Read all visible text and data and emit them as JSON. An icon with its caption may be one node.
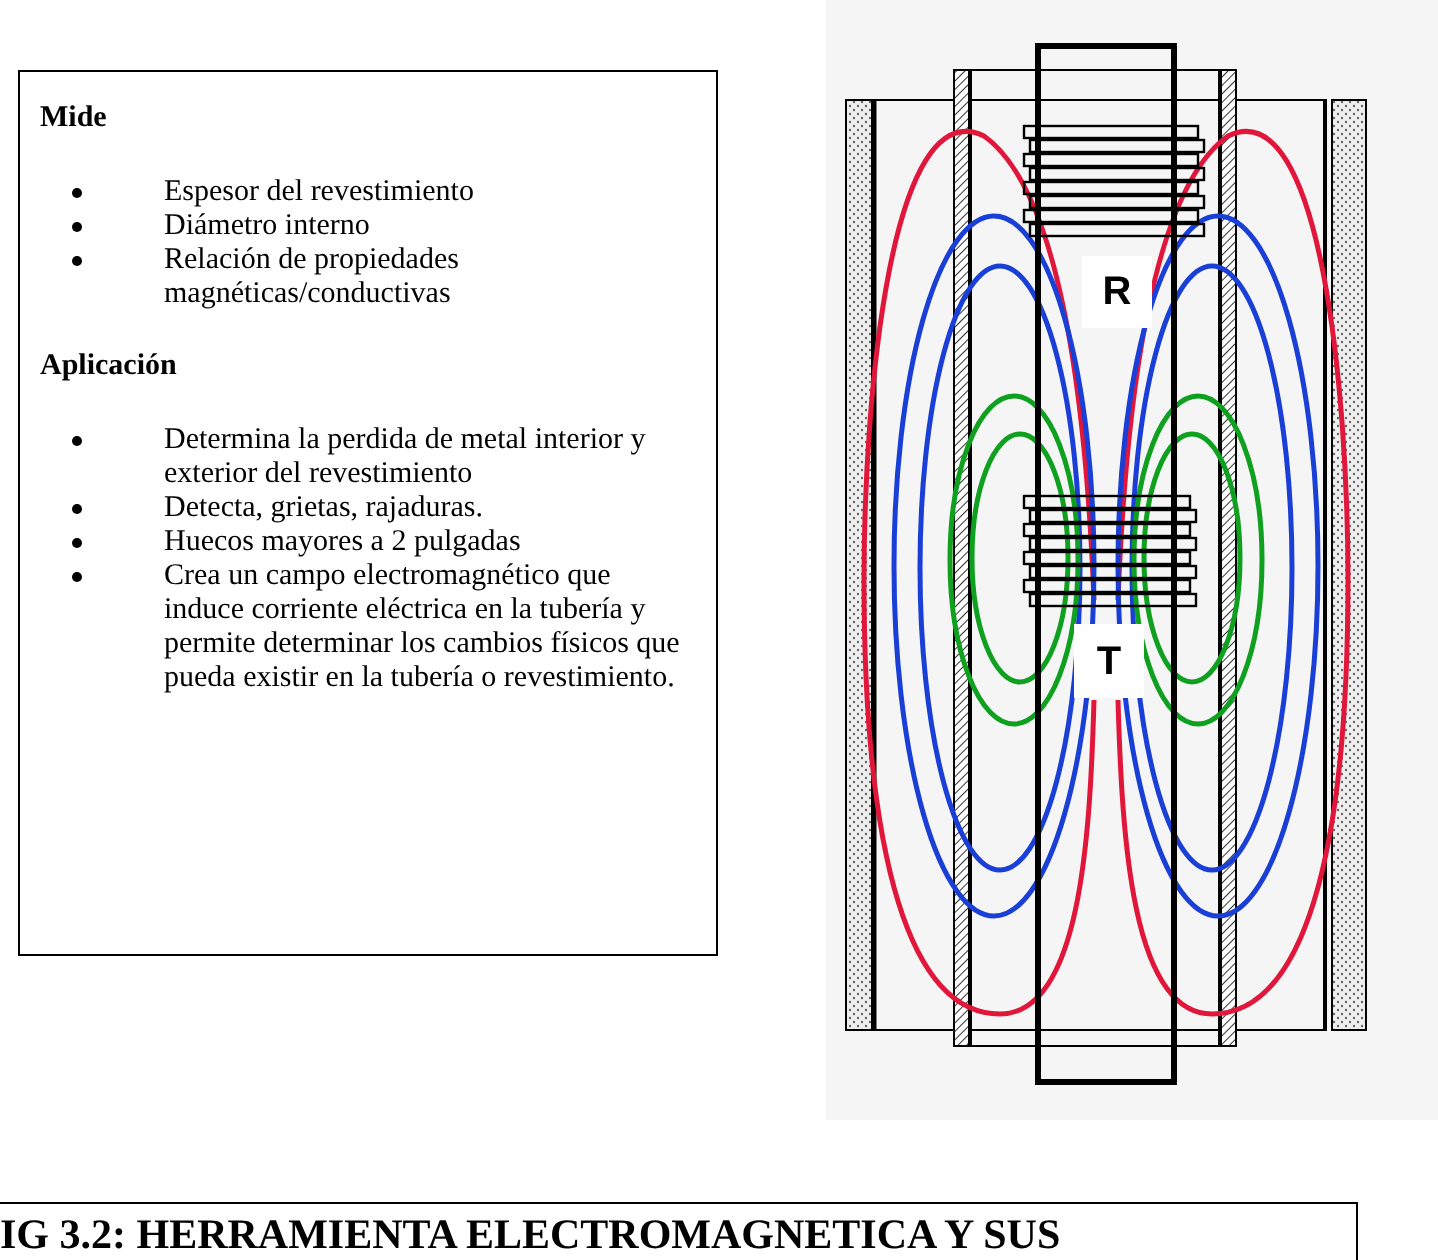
{
  "diagram": {
    "caption": "IG 3.2: HERRAMIENTA ELECTROMAGNETICA Y SUS",
    "nodes": [
      {
        "text": [
          "Mide",
          "Espesor del revestimiento",
          "Diámetro interno",
          "Relación de propiedades magnéticas/conductivas",
          "Aplicación",
          "Determina la perdida de metal interior y exterior del revestimiento",
          "Detecta, grietas, rajaduras.",
          "Huecos  mayores a 2 pulgadas",
          "Crea un campo electromagnético que induce corriente eléctrica en la tubería y permite determinar los cambios físicos que pueda  existir en la tubería o revestimiento."
        ]
      }
    ],
    "labels": [
      "R",
      "T"
    ]
  }
}
